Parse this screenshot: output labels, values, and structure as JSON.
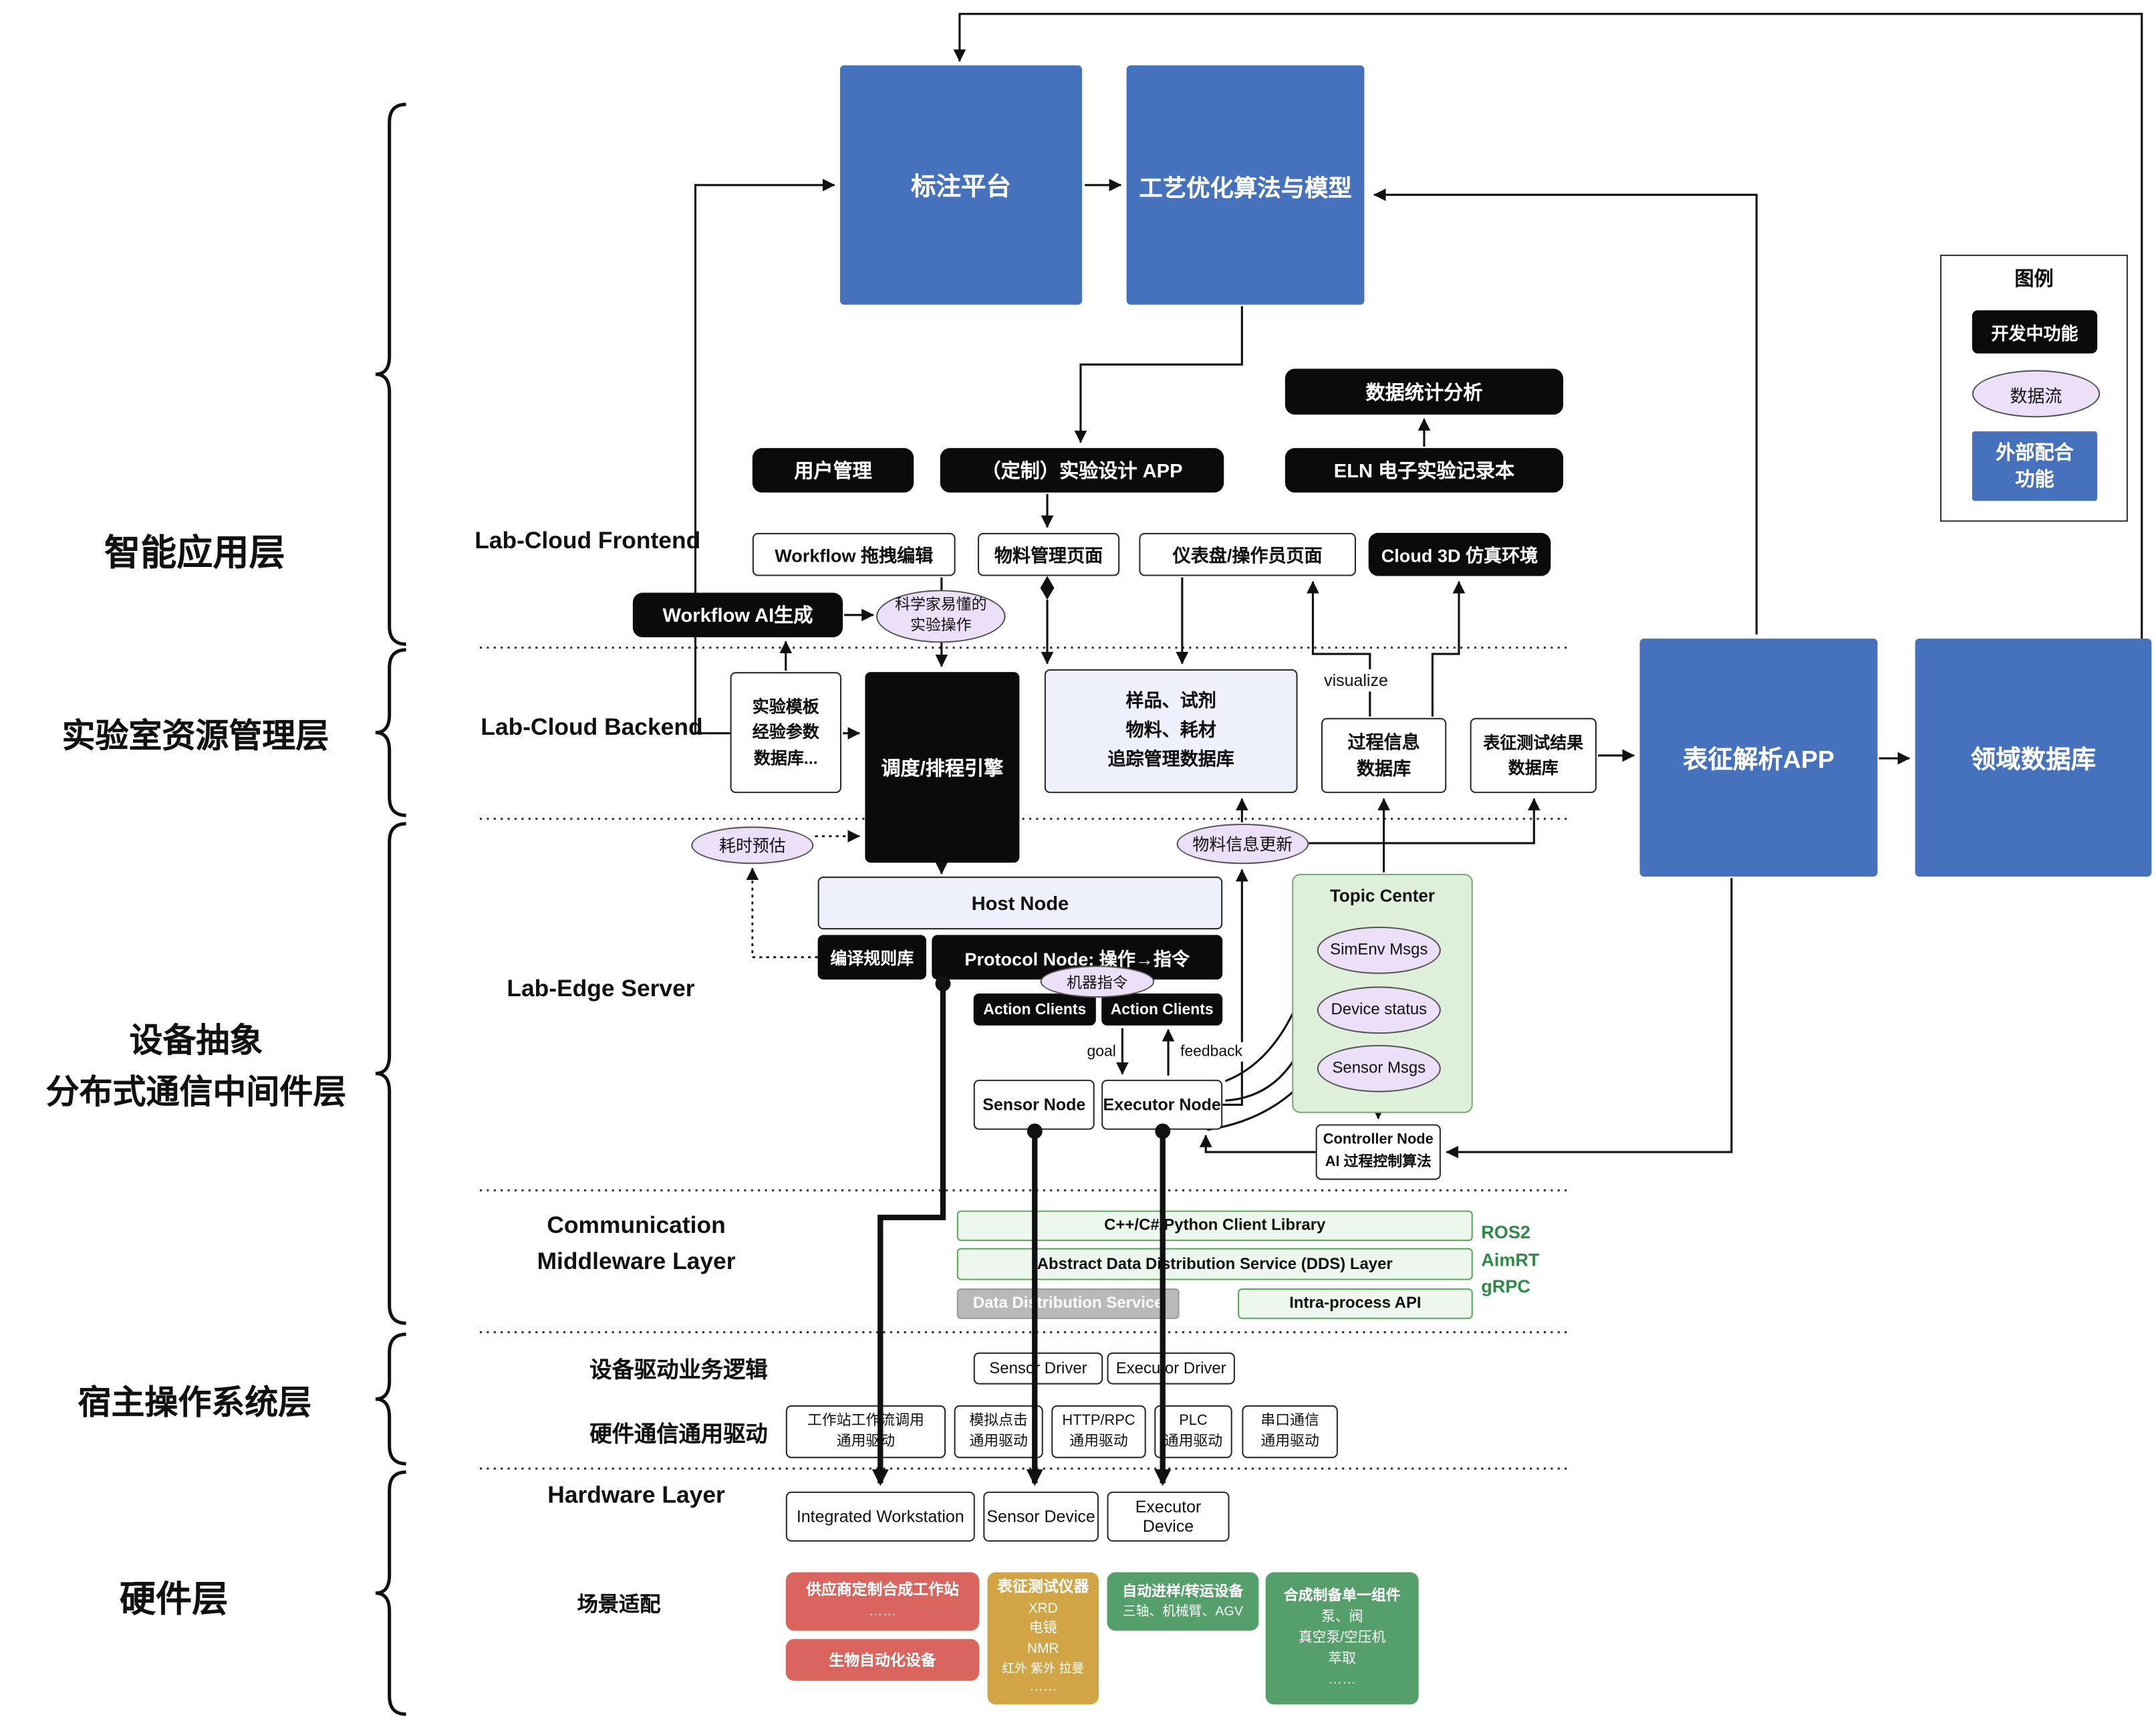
{
  "layer_labels": {
    "app": "智能应用层",
    "lab_resource": "实验室资源管理层",
    "device_abstraction_1": "设备抽象",
    "device_abstraction_2": "分布式通信中间件层",
    "host_os": "宿主操作系统层",
    "hardware": "硬件层"
  },
  "section_labels": {
    "frontend": "Lab-Cloud Frontend",
    "backend": "Lab-Cloud Backend",
    "edge_server": "Lab-Edge Server",
    "comm_1": "Communication",
    "comm_2": "Middleware Layer",
    "device_driver_logic": "设备驱动业务逻辑",
    "hw_comm_driver": "硬件通信通用驱动",
    "hardware_layer": "Hardware Layer",
    "scenario_fit": "场景适配"
  },
  "external_apps": {
    "annotation_platform": "标注平台",
    "process_optimization": "工艺优化算法与模型",
    "characterization_app": "表征解析APP",
    "domain_database": "领域数据库"
  },
  "dev_features": {
    "data_stats": "数据统计分析",
    "user_mgmt": "用户管理",
    "custom_exp_app": "（定制）实验设计 APP",
    "eln": "ELN 电子实验记录本",
    "cloud_3d": "Cloud 3D 仿真环境",
    "workflow_ai": "Workflow AI生成",
    "scheduler": "调度/排程引擎",
    "compile_rules": "编译规则库",
    "protocol_node": "Protocol Node: 操作→指令",
    "action_clients_left": "Action Clients",
    "action_clients_right": "Action Clients"
  },
  "frontend_pages": {
    "workflow_editor": "Workflow 拖拽编辑",
    "material_page": "物料管理页面",
    "dashboard": "仪表盘/操作员页面"
  },
  "databases": {
    "template_db": [
      "实验模板",
      "经验参数",
      "数据库..."
    ],
    "sample_db": [
      "样品、试剂",
      "物料、耗材",
      "追踪管理数据库"
    ],
    "process_db": [
      "过程信息",
      "数据库"
    ],
    "char_result_db": [
      "表征测试结果",
      "数据库"
    ]
  },
  "edge_nodes": {
    "host_node": "Host Node",
    "sensor_node": "Sensor Node",
    "executor_node": "Executor Node",
    "controller_node_1": "Controller Node",
    "controller_node_2": "AI 过程控制算法"
  },
  "data_flows": {
    "sci_ops_1": "科学家易懂的",
    "sci_ops_2": "实验操作",
    "time_estimate": "耗时预估",
    "material_update": "物料信息更新",
    "machine_cmd": "机器指令",
    "simenv_msgs": "SimEnv Msgs",
    "device_status": "Device status",
    "sensor_msgs": "Sensor Msgs"
  },
  "topic_center_title": "Topic Center",
  "middleware": {
    "client_lib": "C++/C#/Python Client Library",
    "dds_layer": "Abstract Data Distribution Service (DDS) Layer",
    "dds_service": "Data Distribution Service",
    "intra_api": "Intra-process API",
    "ros2": "ROS2",
    "aimrt": "AimRT",
    "grpc": "gRPC"
  },
  "os_layer": {
    "sensor_driver": "Sensor Driver",
    "executor_driver": "Executor Driver",
    "drivers": [
      {
        "l1": "工作站工作流调用",
        "l2": "通用驱动"
      },
      {
        "l1": "模拟点击",
        "l2": "通用驱动"
      },
      {
        "l1": "HTTP/RPC",
        "l2": "通用驱动"
      },
      {
        "l1": "PLC",
        "l2": "通用驱动"
      },
      {
        "l1": "串口通信",
        "l2": "通用驱动"
      }
    ]
  },
  "hardware": {
    "integrated_ws": "Integrated Workstation",
    "sensor_device": "Sensor Device",
    "executor_device": "Executor Device",
    "vendor_ws_title": "供应商定制合成工作站",
    "vendor_ws_sub": "……",
    "bio_auto": "生物自动化设备",
    "char_title": "表征测试仪器",
    "char_lines": [
      "XRD",
      "电镜",
      "NMR",
      "红外 紫外 拉曼",
      "……"
    ],
    "transfer_title": "自动进样/转运设备",
    "transfer_sub": "三轴、机械臂、AGV",
    "synth_title": "合成制备单一组件",
    "synth_lines": [
      "泵、阀",
      "真空泵/空压机",
      "萃取",
      "……"
    ]
  },
  "legend": {
    "title": "图例",
    "dev_feature": "开发中功能",
    "data_flow": "数据流",
    "external_1": "外部配合",
    "external_2": "功能"
  },
  "annotations": {
    "visualize": "visualize",
    "goal": "goal",
    "feedback": "feedback"
  },
  "colors": {
    "external_blue": "#4672bd",
    "dev_black": "#0b0b0b",
    "data_flow_purple": "#ecdff8",
    "topic_green": "#dff0da",
    "middleware_green": "#edf7ed",
    "gray_service": "#b9b9b9",
    "vendor_red": "#d9655e",
    "char_yellow": "#d1a545",
    "device_green": "#55a06a",
    "ros_text_green": "#2e8b46"
  }
}
